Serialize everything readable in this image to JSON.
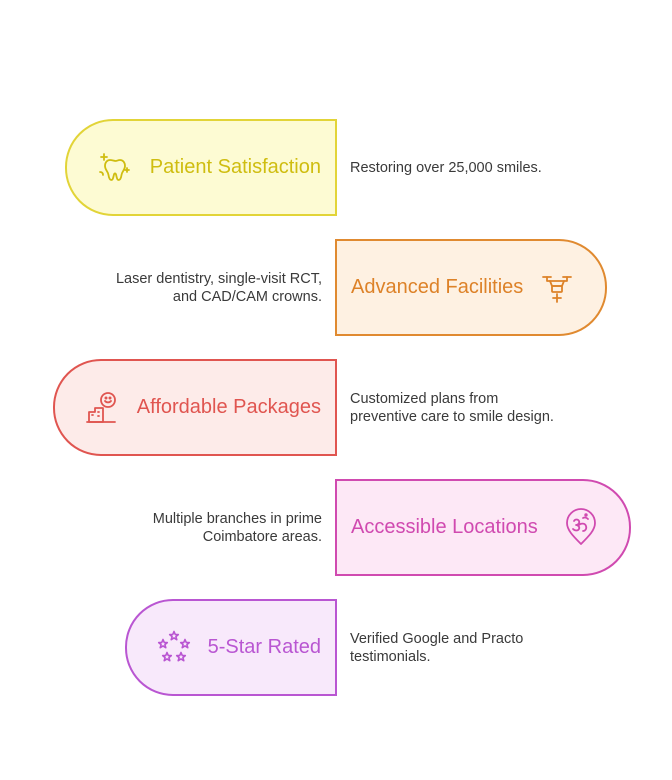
{
  "items": [
    {
      "title": "Patient Satisfaction",
      "desc": [
        "Restoring over 25,000 smiles."
      ],
      "icon": "tooth-sparkle-icon",
      "colors": {
        "fill": "#fdfbd3",
        "stroke": "#e2d438",
        "text": "#cfbd10"
      }
    },
    {
      "title": "Advanced Facilities",
      "desc": [
        "Laser dentistry, single-visit RCT,",
        "and CAD/CAM crowns."
      ],
      "icon": "medical-drone-icon",
      "colors": {
        "fill": "#fef1e2",
        "stroke": "#e08a30",
        "text": "#dd8228"
      }
    },
    {
      "title": "Affordable Packages",
      "desc": [
        "Customized plans from",
        "preventive care to smile design."
      ],
      "icon": "happy-customer-icon",
      "colors": {
        "fill": "#fdebe9",
        "stroke": "#e05550",
        "text": "#e05550"
      }
    },
    {
      "title": "Accessible Locations",
      "desc": [
        "Multiple branches in prime",
        "Coimbatore areas."
      ],
      "icon": "om-location-pin-icon",
      "colors": {
        "fill": "#fde8f6",
        "stroke": "#d04ab0",
        "text": "#d04ab0"
      }
    },
    {
      "title": "5-Star Rated",
      "desc": [
        "Verified Google and Practo",
        "testimonials."
      ],
      "icon": "five-stars-icon",
      "colors": {
        "fill": "#f8e9fb",
        "stroke": "#b956d2",
        "text": "#b956d2"
      }
    }
  ]
}
